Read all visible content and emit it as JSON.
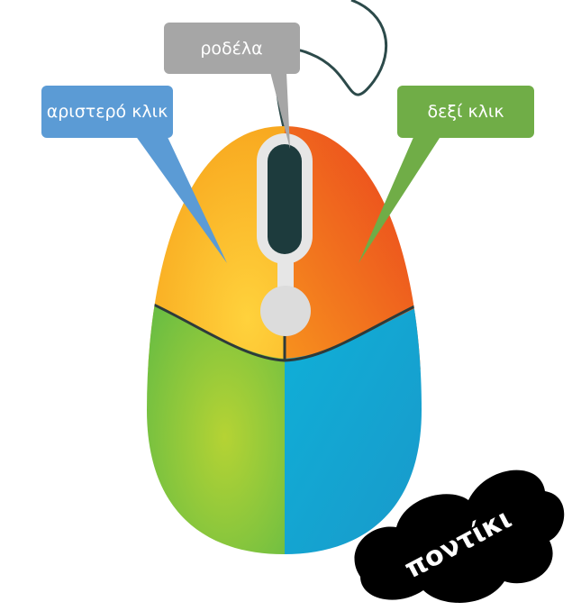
{
  "labels": {
    "scroll_wheel": "ροδέλα",
    "left_click": "αριστερό κλικ",
    "right_click": "δεξί κλικ",
    "mouse": "ποντίκι"
  },
  "colors": {
    "left_label": "#5b9bd5",
    "scroll_label": "#a6a6a6",
    "right_label": "#70ad47",
    "left_button": "#f9b233",
    "right_button": "#ef5a28",
    "lower_left": "#8cc63f",
    "lower_right": "#1aa9d6",
    "cloud": "#000000"
  }
}
